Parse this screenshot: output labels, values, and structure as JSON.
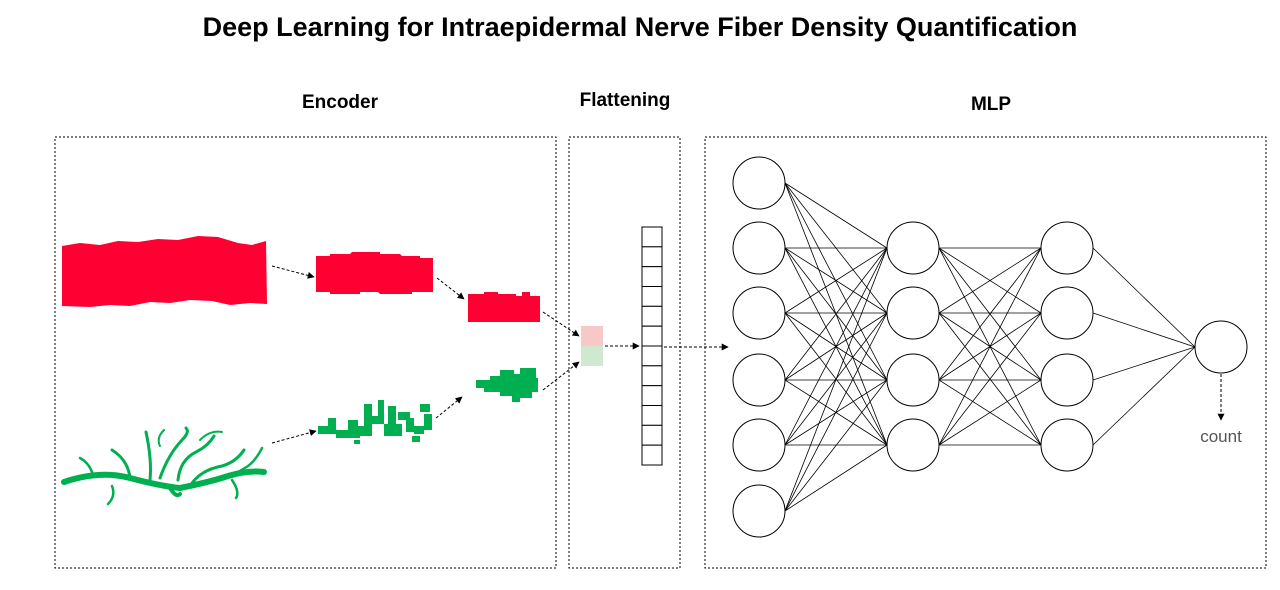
{
  "title": "Deep Learning for Intraepidermal Nerve Fiber Density Quantification",
  "sections": {
    "encoder": "Encoder",
    "flattening": "Flattening",
    "mlp": "MLP"
  },
  "output_label": "count",
  "colors": {
    "epidermis": "#ff0033",
    "nerve_fiber": "#00b050",
    "epidermis_feature": "#f8c8c8",
    "nerve_feature": "#cfe8cf",
    "line": "#000000"
  },
  "mlp_layers": [
    6,
    4,
    4,
    1
  ],
  "flatten_vector_cells": 12
}
